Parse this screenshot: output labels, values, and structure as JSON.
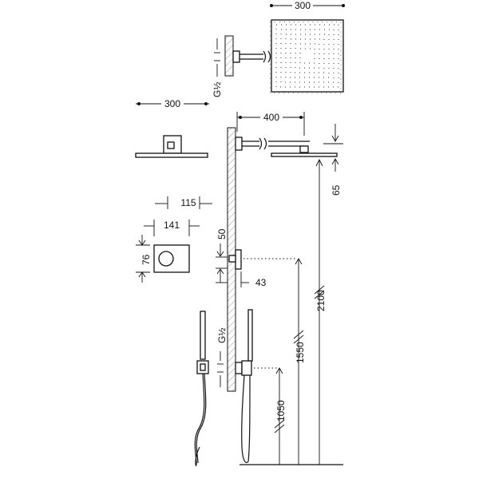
{
  "dimensions": {
    "showerhead_width_top": "300",
    "inlet_thread_top": "G½",
    "showerhead_width_side": "300",
    "arm_length": "400",
    "head_height_offset": "65",
    "panel_projection": "115",
    "panel_width": "141",
    "panel_height": "76",
    "valve_offset": "50",
    "valve_depth": "43",
    "shower_height": "2100",
    "valve_height": "1550",
    "hand_shower_height": "1050",
    "inlet_thread_bottom": "G½"
  }
}
